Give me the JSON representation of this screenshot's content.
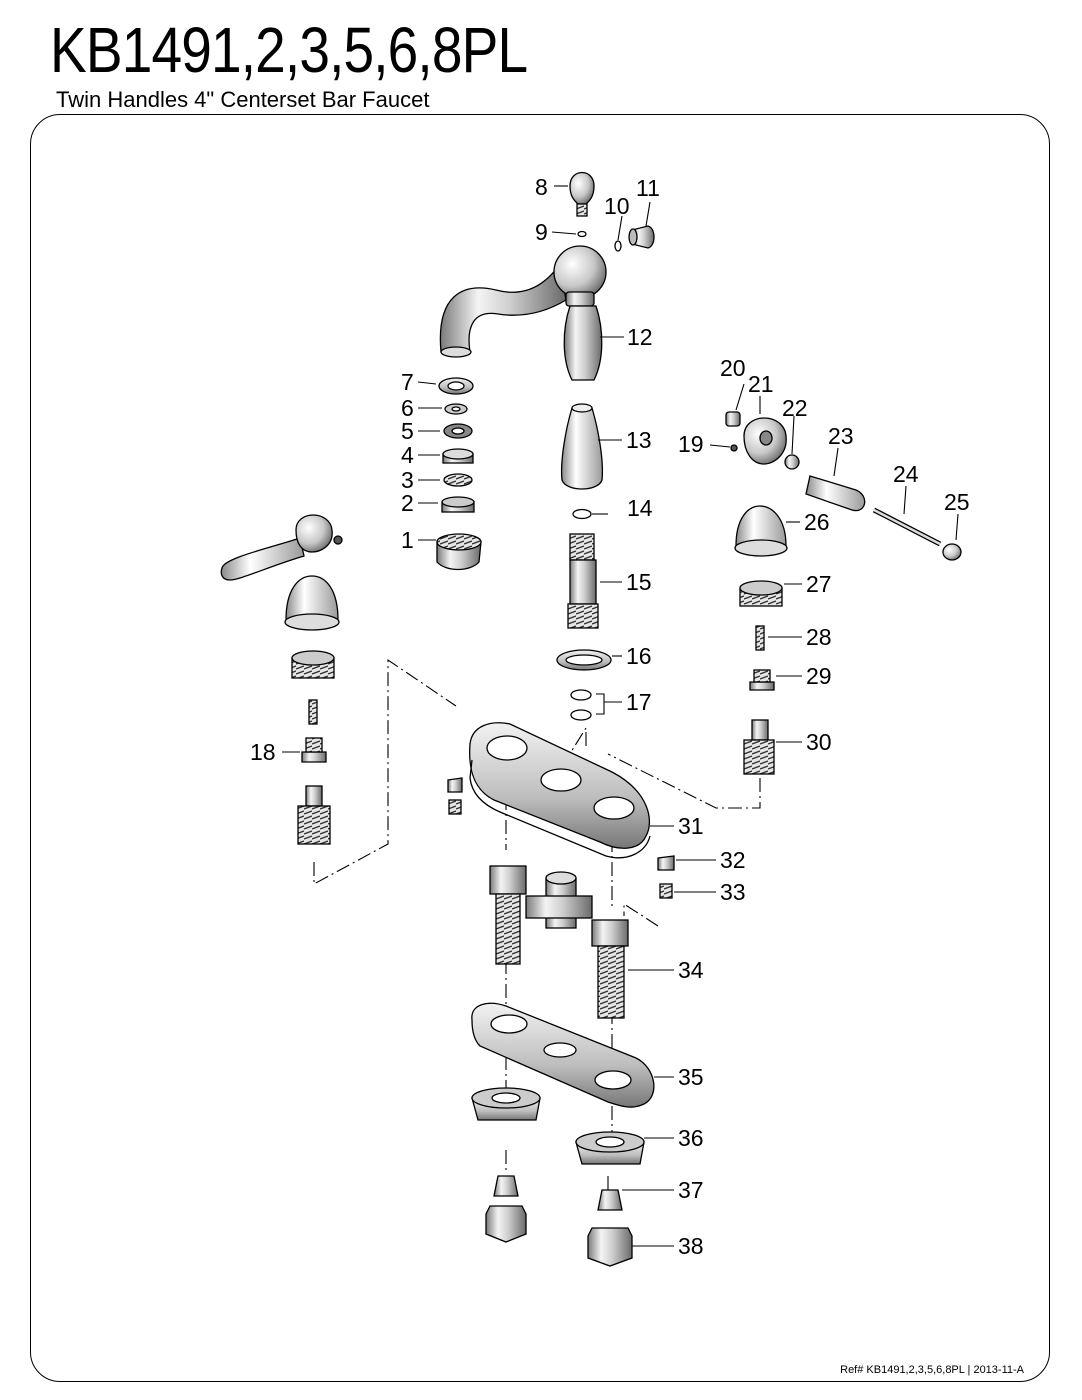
{
  "header": {
    "title": "KB1491,2,3,5,6,8PL",
    "subtitle": "Twin Handles 4\" Centerset Bar Faucet"
  },
  "footer": {
    "reference": "Ref# KB1491,2,3,5,6,8PL | 2013-11-A"
  },
  "callouts": [
    {
      "id": "1",
      "label": "1"
    },
    {
      "id": "2",
      "label": "2"
    },
    {
      "id": "3",
      "label": "3"
    },
    {
      "id": "4",
      "label": "4"
    },
    {
      "id": "5",
      "label": "5"
    },
    {
      "id": "6",
      "label": "6"
    },
    {
      "id": "7",
      "label": "7"
    },
    {
      "id": "8",
      "label": "8"
    },
    {
      "id": "9",
      "label": "9"
    },
    {
      "id": "10",
      "label": "10"
    },
    {
      "id": "11",
      "label": "11"
    },
    {
      "id": "12",
      "label": "12"
    },
    {
      "id": "13",
      "label": "13"
    },
    {
      "id": "14",
      "label": "14"
    },
    {
      "id": "15",
      "label": "15"
    },
    {
      "id": "16",
      "label": "16"
    },
    {
      "id": "17",
      "label": "17"
    },
    {
      "id": "18",
      "label": "18"
    },
    {
      "id": "19",
      "label": "19"
    },
    {
      "id": "20",
      "label": "20"
    },
    {
      "id": "21",
      "label": "21"
    },
    {
      "id": "22",
      "label": "22"
    },
    {
      "id": "23",
      "label": "23"
    },
    {
      "id": "24",
      "label": "24"
    },
    {
      "id": "25",
      "label": "25"
    },
    {
      "id": "26",
      "label": "26"
    },
    {
      "id": "27",
      "label": "27"
    },
    {
      "id": "28",
      "label": "28"
    },
    {
      "id": "29",
      "label": "29"
    },
    {
      "id": "30",
      "label": "30"
    },
    {
      "id": "31",
      "label": "31"
    },
    {
      "id": "32",
      "label": "32"
    },
    {
      "id": "33",
      "label": "33"
    },
    {
      "id": "34",
      "label": "34"
    },
    {
      "id": "35",
      "label": "35"
    },
    {
      "id": "36",
      "label": "36"
    },
    {
      "id": "37",
      "label": "37"
    },
    {
      "id": "38",
      "label": "38"
    }
  ]
}
